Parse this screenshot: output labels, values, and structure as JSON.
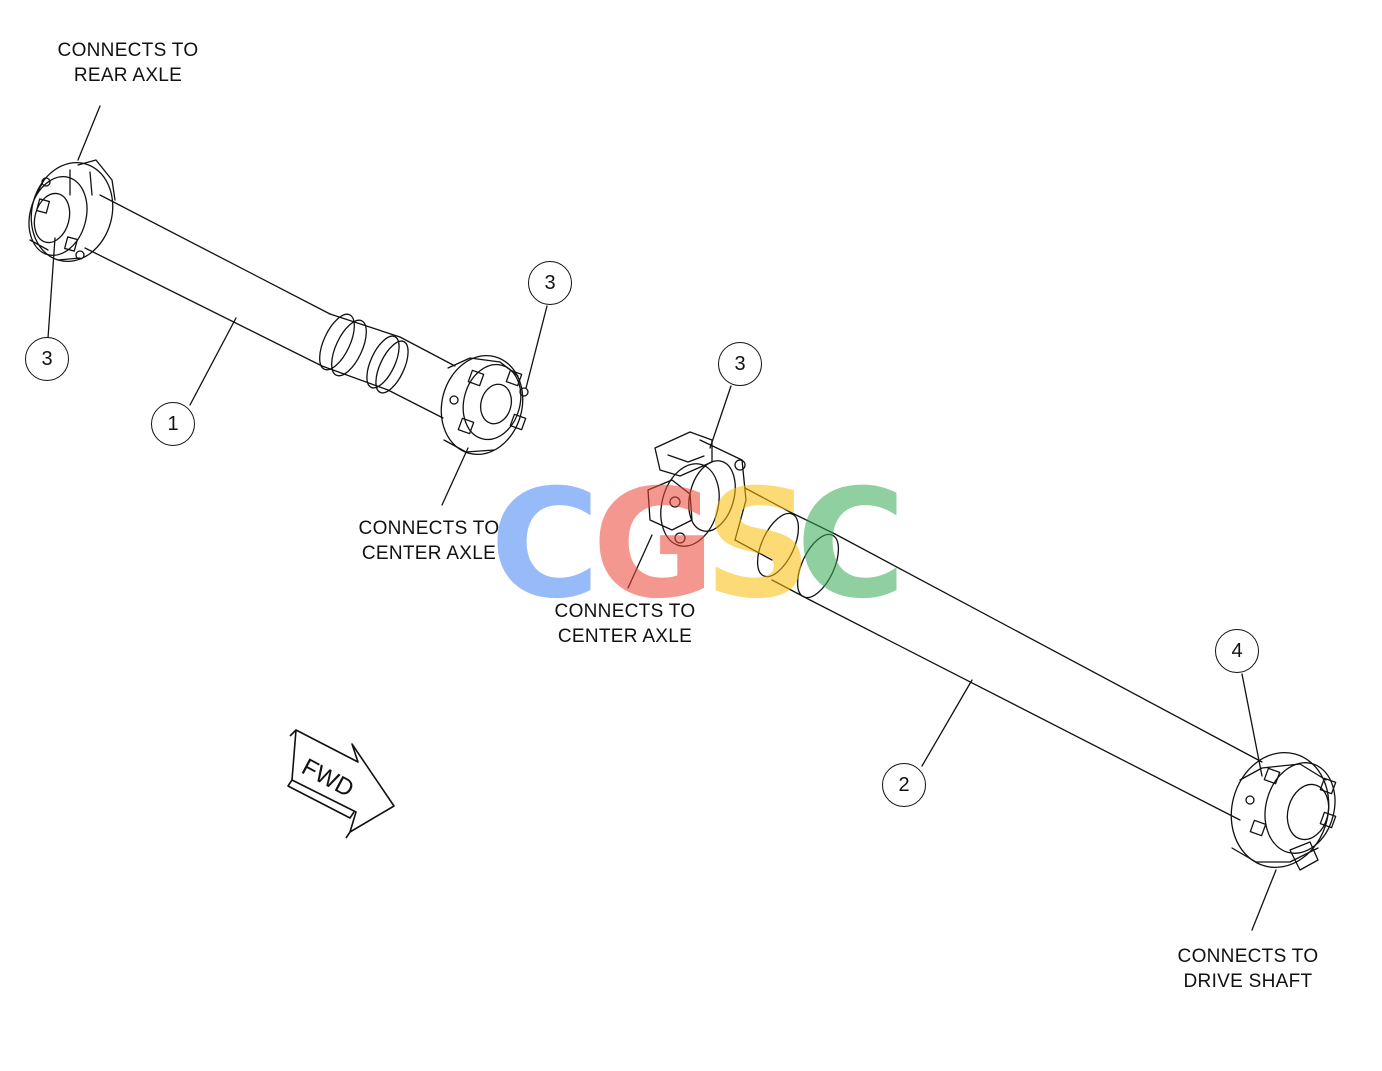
{
  "labels": {
    "rear_axle_line1": "CONNECTS TO",
    "rear_axle_line2": "REAR AXLE",
    "center_axle_a_line1": "CONNECTS TO",
    "center_axle_a_line2": "CENTER AXLE",
    "center_axle_b_line1": "CONNECTS TO",
    "center_axle_b_line2": "CENTER AXLE",
    "drive_shaft_line1": "CONNECTS TO",
    "drive_shaft_line2": "DRIVE SHAFT",
    "fwd": "FWD"
  },
  "callouts": {
    "rear_left": "3",
    "shaft1": "1",
    "rear_right": "3",
    "front_yoke": "3",
    "shaft2": "2",
    "front_end": "4"
  },
  "watermark": {
    "letters": [
      "C",
      "G",
      "S",
      "C"
    ],
    "colors": [
      "#4285F4",
      "#EA4335",
      "#FBBC05",
      "#34A853"
    ]
  }
}
